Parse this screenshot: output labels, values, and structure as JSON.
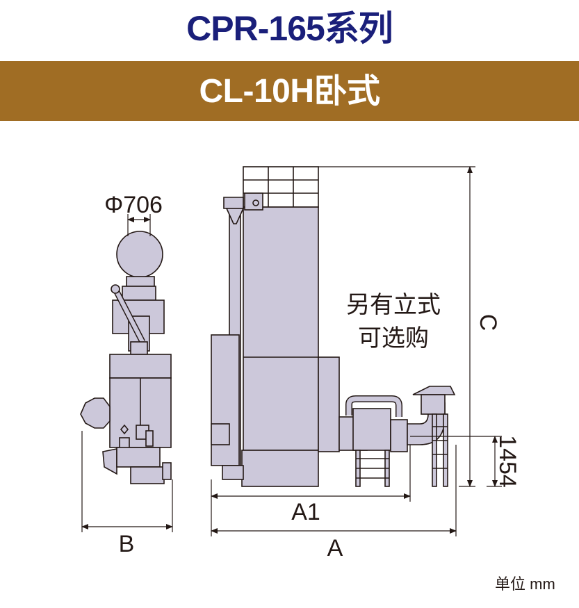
{
  "header": {
    "series_title": "CPR-165系列",
    "model_title": "CL-10H卧式"
  },
  "colors": {
    "title_navy": "#1a1f7a",
    "band_brown": "#a06d24",
    "machine_fill": "#ccc8da",
    "line": "#231815"
  },
  "dimensions": {
    "diameter": "Φ706",
    "height_small": "1454",
    "height_total": "C",
    "length_partial": "A1",
    "length_total": "A",
    "width": "B"
  },
  "notes": {
    "vertical_option": [
      "另有立式",
      "可选购"
    ]
  },
  "unit_label": "单位 mm"
}
